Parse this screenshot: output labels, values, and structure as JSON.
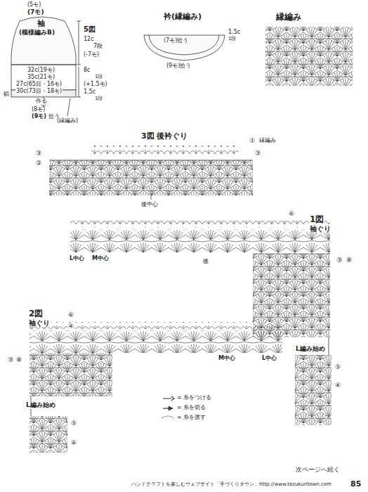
{
  "diagram": {
    "labels": [
      "(5モ)",
      "(7モ)",
      "袖",
      "(模様編みB)",
      "5図",
      "12c",
      "7段",
      "(-7モ)",
      "32c(19モ)",
      "35c(21モ)",
      "27c(65目・16モ)",
      "30c(73目・18モ)",
      "作る",
      "8c",
      "1段",
      "(+1.5モ)",
      "1.5c",
      "1段",
      "鎖",
      "(8モ)",
      "(9モ)",
      "拾う",
      "(縁編み)",
      "衿(縁編み)",
      "(7モ)拾う",
      "1.5c",
      "1段",
      "(9モ)拾う",
      "縁編み",
      "3図 後衿ぐり",
      "①",
      "縁編み",
      "③",
      "②",
      "③",
      "後中心",
      "1図",
      "袖ぐり",
      "L中心",
      "M中心",
      "後",
      "⑥",
      "③",
      "⑧",
      "L編み始め",
      "⑤",
      "④",
      "2図",
      "袖ぐり",
      "③",
      "⑧",
      "⑥",
      "④",
      "M中心",
      "L中心",
      "L編み始め",
      "⑤",
      "④",
      "次ページへ続く",
      "ハンドクラフトを楽しむウェブサイト「手づくりタウン」http://www.tezukuritown.com",
      "85"
    ],
    "legend": [
      {
        "text": "= 糸をつける"
      },
      {
        "text": "= 糸を切る"
      },
      {
        "text": "= 糸を渡す"
      }
    ]
  }
}
